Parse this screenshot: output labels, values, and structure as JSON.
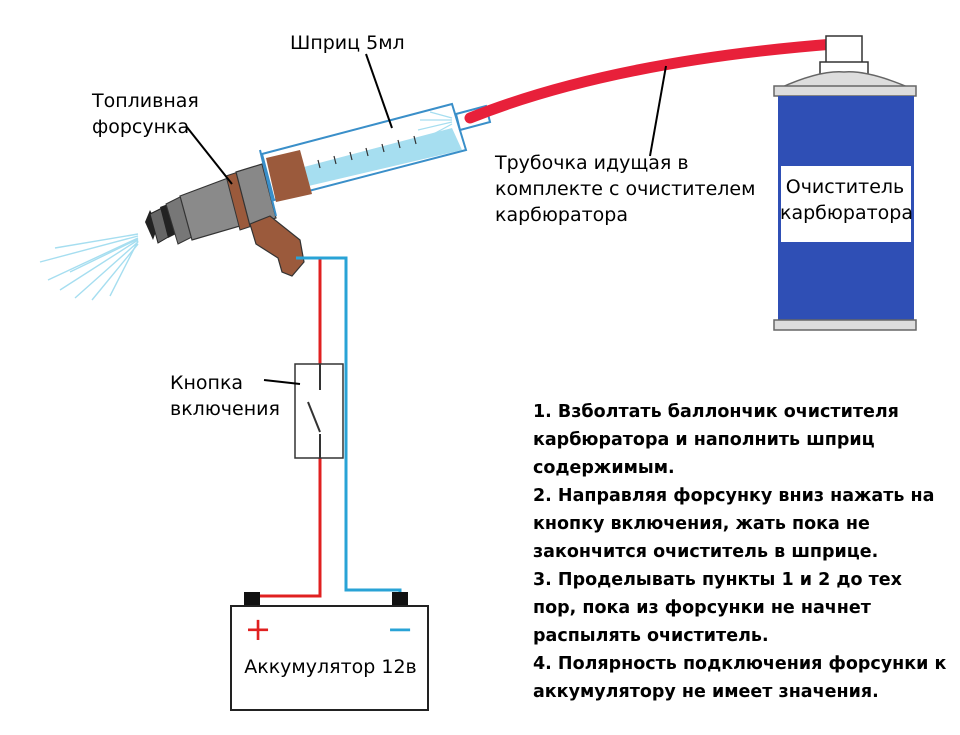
{
  "labels": {
    "syringe": "Шприц 5мл",
    "injector": [
      "Топливная",
      "форсунка"
    ],
    "tube": [
      "Трубочка идущая в",
      "комплекте с очистителем",
      "карбюратора"
    ],
    "can": [
      "Очиститель",
      "карбюратора"
    ],
    "button": [
      "Кнопка",
      "включения"
    ],
    "battery": "Аккумулятор 12в",
    "plus": "+",
    "minus": "−"
  },
  "steps": [
    [
      "1. Взболтать баллончик очистителя",
      "карбюратора и наполнить шприц",
      "содержимым."
    ],
    [
      "2. Направляя форсунку вниз нажать на",
      "кнопку включения, жать пока не",
      "закончится очиститель в шприце."
    ],
    [
      "3. Проделывать пункты 1 и 2 до тех",
      "пор, пока из форсунки не начнет",
      "распылять очиститель."
    ],
    [
      "4. Полярность подключения форсунки к",
      "аккумулятору не имеет значения."
    ]
  ],
  "colors": {
    "wire_positive": "#e02020",
    "wire_negative": "#29a3d6",
    "can_body": "#2f4fb5",
    "tube": "#e8203a",
    "syringe_fluid": "#a6def0",
    "injector_body": "#888888",
    "connector": "#9b5a3c"
  }
}
